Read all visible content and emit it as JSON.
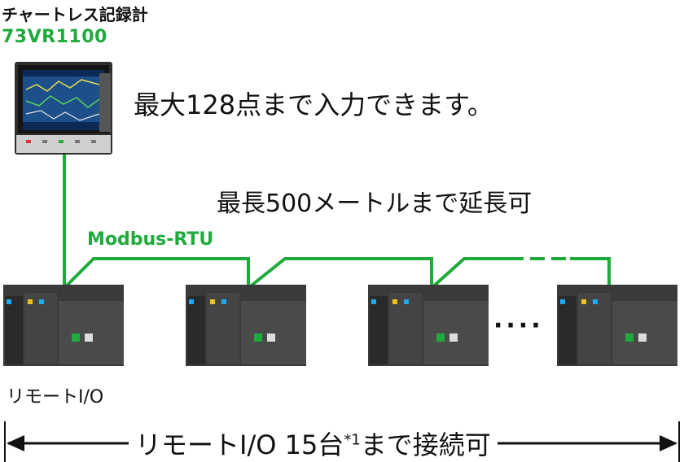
{
  "header": {
    "product_type": "チャートレス記録計",
    "model": "73VR1100"
  },
  "callouts": {
    "inputs": "最大128点まで入力できます。",
    "extension": "最長500メートルまで延長可",
    "protocol": "Modbus-RTU",
    "remote_label": "リモートI/O",
    "connect_main": "リモートI/O 15台",
    "connect_note": "*1",
    "connect_tail": "まで接続可",
    "ellipsis": "····"
  },
  "colors": {
    "line": "#1faa3c",
    "text": "#111111",
    "device_body": "#3a3a3a"
  }
}
